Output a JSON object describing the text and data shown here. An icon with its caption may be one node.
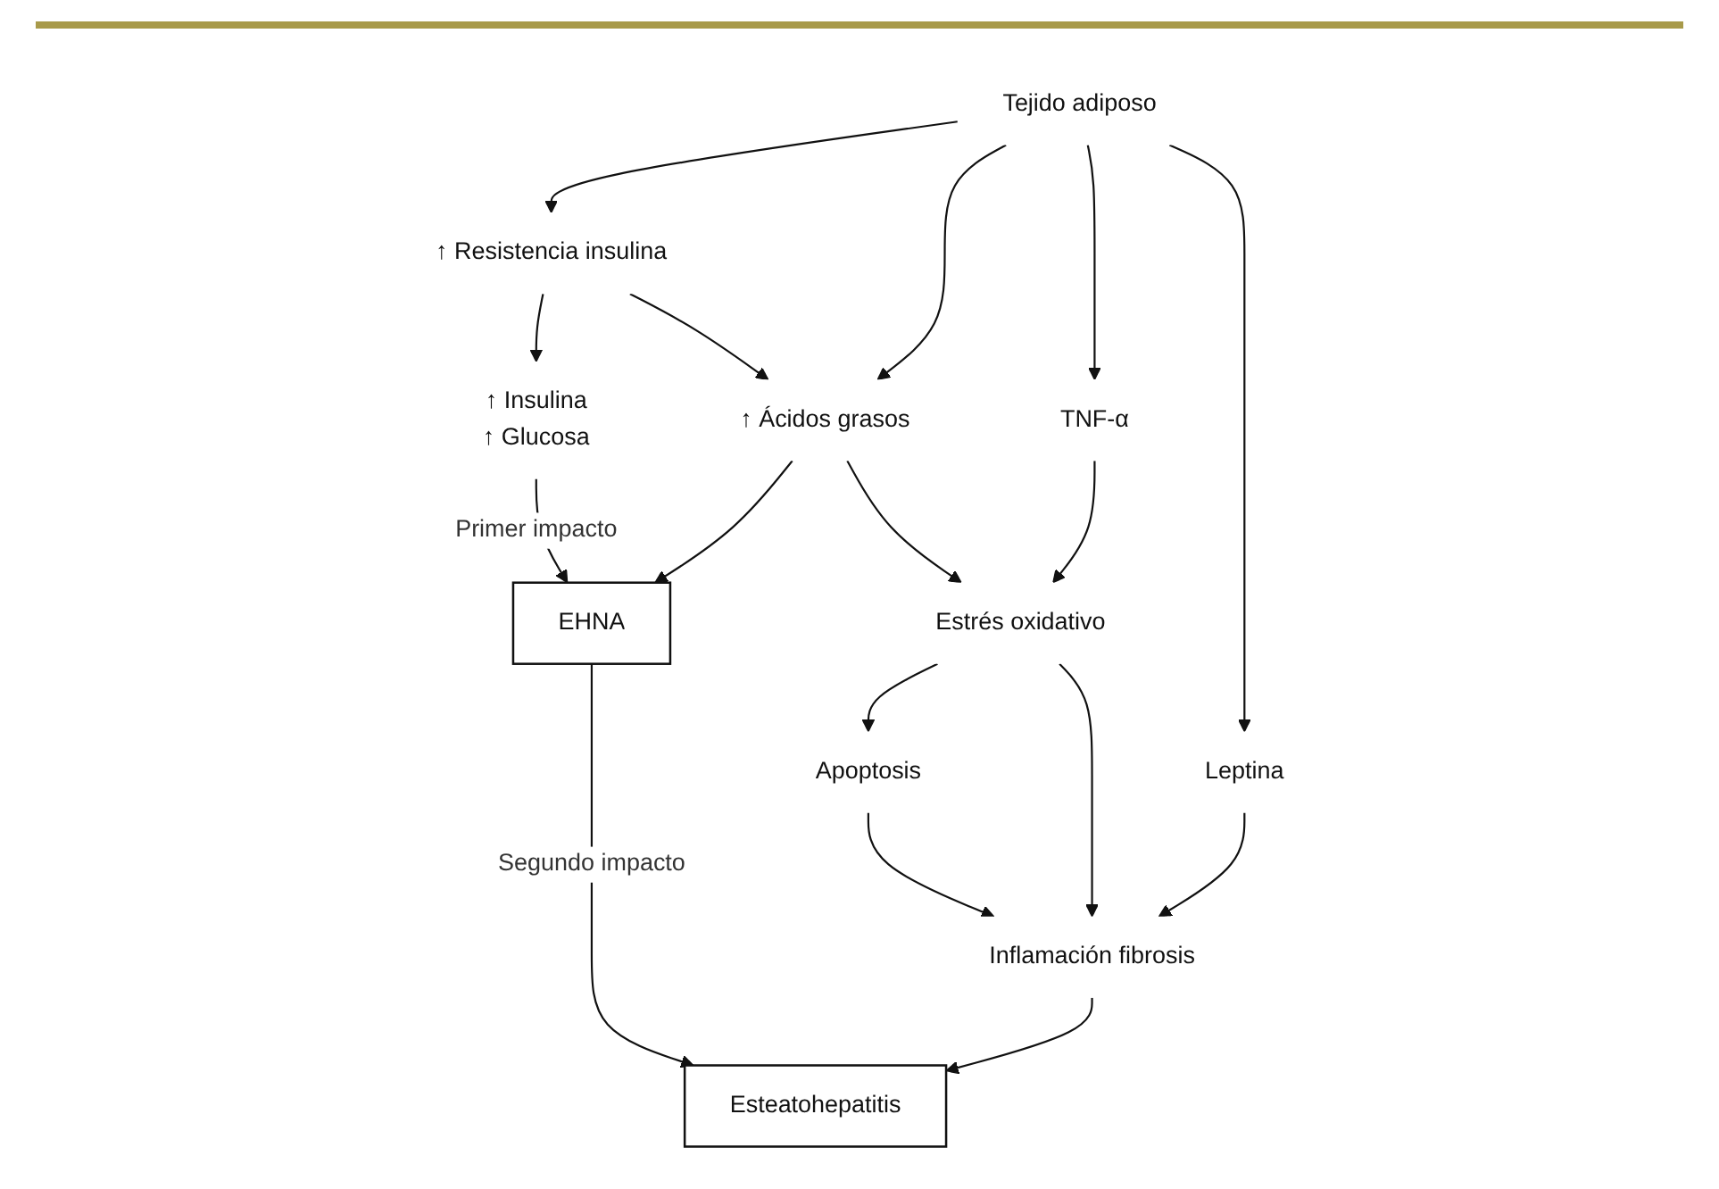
{
  "diagram": {
    "nodes": [
      {
        "text": [
          "↑ Insulina",
          "↑ Glucosa"
        ]
      },
      {
        "text": [
          "↑ Resistencia insulina"
        ]
      },
      {
        "text": [
          "Tejido adiposo"
        ]
      },
      {
        "text": [
          "↑ Ácidos grasos"
        ]
      },
      {
        "text": [
          "TNF-α"
        ]
      },
      {
        "text": [
          "Leptina"
        ]
      },
      {
        "text": [
          "Estrés oxidativo"
        ]
      },
      {
        "text": [
          "EHNA"
        ]
      },
      {
        "text": [
          "Apoptosis"
        ]
      },
      {
        "text": [
          "Inflamación fibrosis"
        ]
      },
      {
        "text": [
          "Esteatohepatitis"
        ]
      }
    ],
    "edges": [
      {
        "from": 2,
        "to": 1,
        "arrow": "to"
      },
      {
        "from": 1,
        "to": 0,
        "arrow": "to"
      },
      {
        "from": 1,
        "to": 3,
        "arrow": "to"
      },
      {
        "from": 2,
        "to": 3,
        "arrow": "to"
      },
      {
        "from": 2,
        "to": 4,
        "arrow": "to"
      },
      {
        "from": 2,
        "to": 5,
        "arrow": "to"
      },
      {
        "from": 0,
        "to": 7,
        "arrow": "to",
        "label": "Primer impacto"
      },
      {
        "from": 3,
        "to": 7,
        "arrow": "to"
      },
      {
        "from": 3,
        "to": 6,
        "arrow": "to"
      },
      {
        "from": 4,
        "to": 6,
        "arrow": "to"
      },
      {
        "from": 6,
        "to": 8,
        "arrow": "to"
      },
      {
        "from": 6,
        "to": 9,
        "arrow": "to"
      },
      {
        "from": 5,
        "to": 9,
        "arrow": "to"
      },
      {
        "from": 8,
        "to": 9,
        "arrow": "to"
      },
      {
        "from": 9,
        "to": 10,
        "arrow": "to"
      },
      {
        "from": 7,
        "to": 10,
        "arrow": "to",
        "label": "Segundo impacto"
      }
    ]
  }
}
